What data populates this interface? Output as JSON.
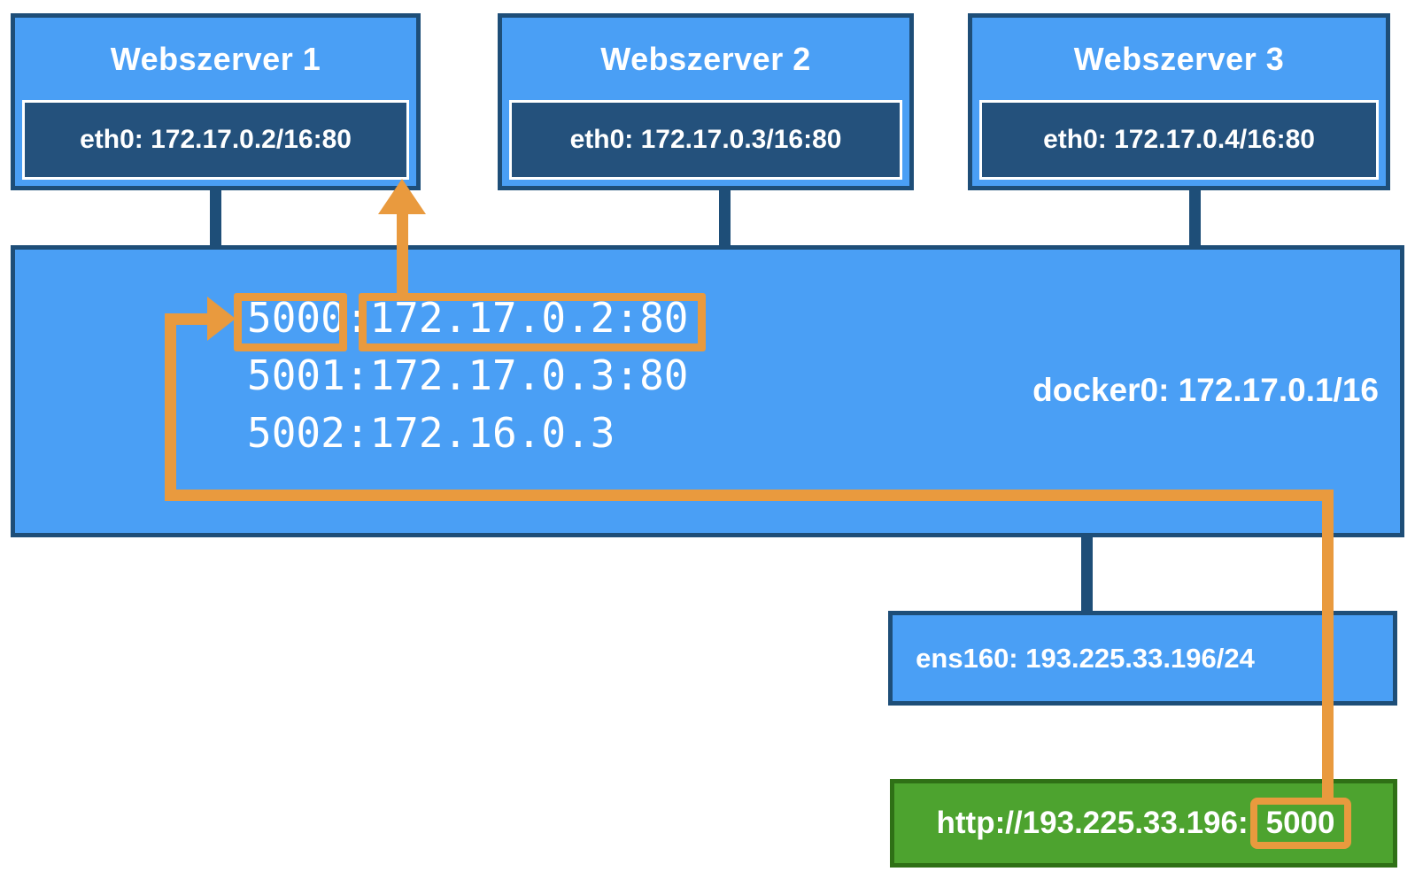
{
  "diagram": {
    "servers": [
      {
        "title": "Webszerver 1",
        "interface": "eth0: 172.17.0.2/16:80"
      },
      {
        "title": "Webszerver 2",
        "interface": "eth0: 172.17.0.3/16:80"
      },
      {
        "title": "Webszerver 3",
        "interface": "eth0: 172.17.0.4/16:80"
      }
    ],
    "docker_bridge": {
      "label": "docker0: 172.17.0.1/16",
      "port_mappings": [
        "5000:172.17.0.2:80",
        "5001:172.17.0.3:80",
        "5002:172.16.0.3"
      ],
      "highlighted_port": "5000",
      "highlighted_target": "172.17.0.2:80"
    },
    "host_interface": {
      "label": "ens160: 193.225.33.196/24"
    },
    "client_request": {
      "url_prefix": "http://193.225.33.196:",
      "port": "5000"
    },
    "colors": {
      "box_blue": "#4A9FF5",
      "navy": "#1E4E78",
      "navy_fill": "#24517C",
      "orange": "#E99A3E",
      "green_fill": "#4DA32F",
      "green_border": "#2F7016"
    }
  }
}
